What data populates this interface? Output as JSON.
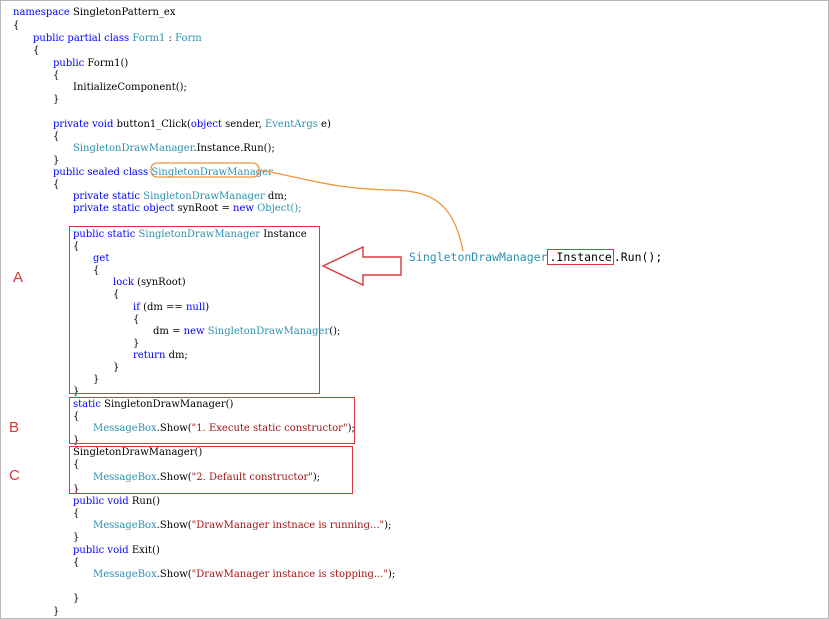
{
  "code_lines": [
    [
      {
        "t": "namespace ",
        "c": "kw"
      },
      {
        "t": "SingletonPattern_ex",
        "c": ""
      }
    ],
    [
      {
        "t": "{",
        "c": ""
      }
    ],
    [
      {
        "t": "public partial class ",
        "c": "kw"
      },
      {
        "t": "Form1",
        "c": "ty"
      },
      {
        "t": " : ",
        "c": ""
      },
      {
        "t": "Form",
        "c": "ty"
      }
    ],
    [
      {
        "t": "{",
        "c": ""
      }
    ],
    [
      {
        "t": "public ",
        "c": "kw"
      },
      {
        "t": "Form1()",
        "c": ""
      }
    ],
    [
      {
        "t": "{",
        "c": ""
      }
    ],
    [
      {
        "t": "InitializeComponent();",
        "c": ""
      }
    ],
    [
      {
        "t": "}",
        "c": ""
      }
    ],
    [],
    [
      {
        "t": "private void ",
        "c": "kw"
      },
      {
        "t": "button1_Click(",
        "c": ""
      },
      {
        "t": "object ",
        "c": "kw"
      },
      {
        "t": "sender, ",
        "c": ""
      },
      {
        "t": "EventArgs ",
        "c": "ty"
      },
      {
        "t": "e)",
        "c": ""
      }
    ],
    [
      {
        "t": "{",
        "c": ""
      }
    ],
    [
      {
        "t": "SingletonDrawManager",
        "c": "ty"
      },
      {
        "t": ".Instance.Run();",
        "c": ""
      }
    ],
    [
      {
        "t": "}",
        "c": ""
      }
    ],
    [
      {
        "t": "public sealed class ",
        "c": "kw"
      },
      {
        "t": "SingletonDrawManager",
        "c": "ty"
      }
    ],
    [
      {
        "t": "{",
        "c": ""
      }
    ],
    [
      {
        "t": "private static ",
        "c": "kw"
      },
      {
        "t": "SingletonDrawManager ",
        "c": "ty"
      },
      {
        "t": "dm;",
        "c": ""
      }
    ],
    [
      {
        "t": "private static object ",
        "c": "kw"
      },
      {
        "t": "synRoot = ",
        "c": ""
      },
      {
        "t": "new ",
        "c": "kw"
      },
      {
        "t": "Object();",
        "c": "ty"
      }
    ],
    [],
    [
      {
        "t": "public static ",
        "c": "kw"
      },
      {
        "t": "SingletonDrawManager ",
        "c": "ty"
      },
      {
        "t": "Instance",
        "c": ""
      }
    ],
    [
      {
        "t": "{",
        "c": ""
      }
    ],
    [
      {
        "t": "get",
        "c": "kw"
      }
    ],
    [
      {
        "t": "{",
        "c": ""
      }
    ],
    [
      {
        "t": "lock ",
        "c": "kw"
      },
      {
        "t": "(synRoot)",
        "c": ""
      }
    ],
    [
      {
        "t": "{",
        "c": ""
      }
    ],
    [
      {
        "t": "if ",
        "c": "kw"
      },
      {
        "t": "(dm == ",
        "c": ""
      },
      {
        "t": "null",
        "c": "kw"
      },
      {
        "t": ")",
        "c": ""
      }
    ],
    [
      {
        "t": "{",
        "c": ""
      }
    ],
    [
      {
        "t": "dm = ",
        "c": ""
      },
      {
        "t": "new ",
        "c": "kw"
      },
      {
        "t": "SingletonDrawManager",
        "c": "ty"
      },
      {
        "t": "();",
        "c": ""
      }
    ],
    [
      {
        "t": "}",
        "c": ""
      }
    ],
    [
      {
        "t": "return ",
        "c": "kw"
      },
      {
        "t": "dm;",
        "c": ""
      }
    ],
    [
      {
        "t": "}",
        "c": ""
      }
    ],
    [
      {
        "t": "}",
        "c": ""
      }
    ],
    [
      {
        "t": "}",
        "c": ""
      }
    ],
    [
      {
        "t": "static ",
        "c": "kw"
      },
      {
        "t": "SingletonDrawManager()",
        "c": ""
      }
    ],
    [
      {
        "t": "{",
        "c": ""
      }
    ],
    [
      {
        "t": "MessageBox",
        "c": "ty"
      },
      {
        "t": ".Show(",
        "c": ""
      },
      {
        "t": "\"1. Execute static constructor\"",
        "c": "st"
      },
      {
        "t": ");",
        "c": ""
      }
    ],
    [
      {
        "t": "}",
        "c": ""
      }
    ],
    [
      {
        "t": "SingletonDrawManager()",
        "c": ""
      }
    ],
    [
      {
        "t": "{",
        "c": ""
      }
    ],
    [
      {
        "t": "MessageBox",
        "c": "ty"
      },
      {
        "t": ".Show(",
        "c": ""
      },
      {
        "t": "\"2. Default constructor\"",
        "c": "st"
      },
      {
        "t": ");",
        "c": ""
      }
    ],
    [
      {
        "t": "}",
        "c": ""
      }
    ],
    [
      {
        "t": "public void ",
        "c": "kw"
      },
      {
        "t": "Run()",
        "c": ""
      }
    ],
    [
      {
        "t": "{",
        "c": ""
      }
    ],
    [
      {
        "t": "MessageBox",
        "c": "ty"
      },
      {
        "t": ".Show(",
        "c": ""
      },
      {
        "t": "\"DrawManager instnace is running...\"",
        "c": "st"
      },
      {
        "t": ");",
        "c": ""
      }
    ],
    [
      {
        "t": "}",
        "c": ""
      }
    ],
    [
      {
        "t": "public void ",
        "c": "kw"
      },
      {
        "t": "Exit()",
        "c": ""
      }
    ],
    [
      {
        "t": "{",
        "c": ""
      }
    ],
    [
      {
        "t": "MessageBox",
        "c": "ty"
      },
      {
        "t": ".Show(",
        "c": ""
      },
      {
        "t": "\"DrawManager instance is stopping...\"",
        "c": "st"
      },
      {
        "t": ");",
        "c": ""
      }
    ],
    [],
    [
      {
        "t": "}",
        "c": ""
      }
    ],
    [
      {
        "t": "}",
        "c": ""
      }
    ]
  ],
  "callout": {
    "class_name": "SingletonDrawManager",
    "dot": ".",
    "member": "Instance",
    "tail": ".Run();"
  },
  "labels": {
    "a": "A",
    "b": "B",
    "c": "C"
  },
  "colors": {
    "keyword": "#0000ff",
    "type": "#2b91af",
    "string": "#a31515",
    "annotation_red": "#d8383c",
    "leader_orange": "#f0963c"
  }
}
